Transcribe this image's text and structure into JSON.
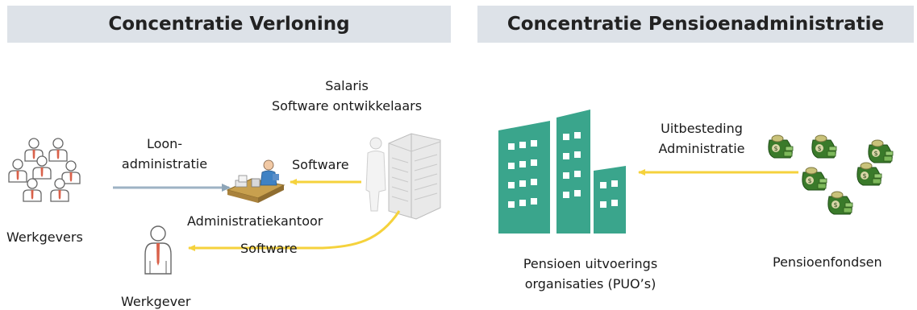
{
  "headers": {
    "left": "Concentratie Verloning",
    "right": "Concentratie Pensioenadministratie"
  },
  "left_diagram": {
    "vendor_line1": "Salaris",
    "vendor_line2": "Software ontwikkelaars",
    "loon_line1": "Loon-",
    "loon_line2": "administratie",
    "software_top": "Software",
    "software_bottom": "Software",
    "bureau": "Administratiekantoor",
    "employers": "Werkgevers",
    "employer": "Werkgever"
  },
  "right_diagram": {
    "outsource_line1": "Uitbesteding",
    "outsource_line2": "Administratie",
    "puo_line1": "Pensioen uitvoerings",
    "puo_line2": "organisaties (PUO’s)",
    "funds": "Pensioenfondsen"
  },
  "colors": {
    "header_bg": "#dde2e8",
    "arrow_yellow": "#f5d23c",
    "arrow_grey": "#9eb3c4",
    "building_green": "#3aa58c"
  }
}
